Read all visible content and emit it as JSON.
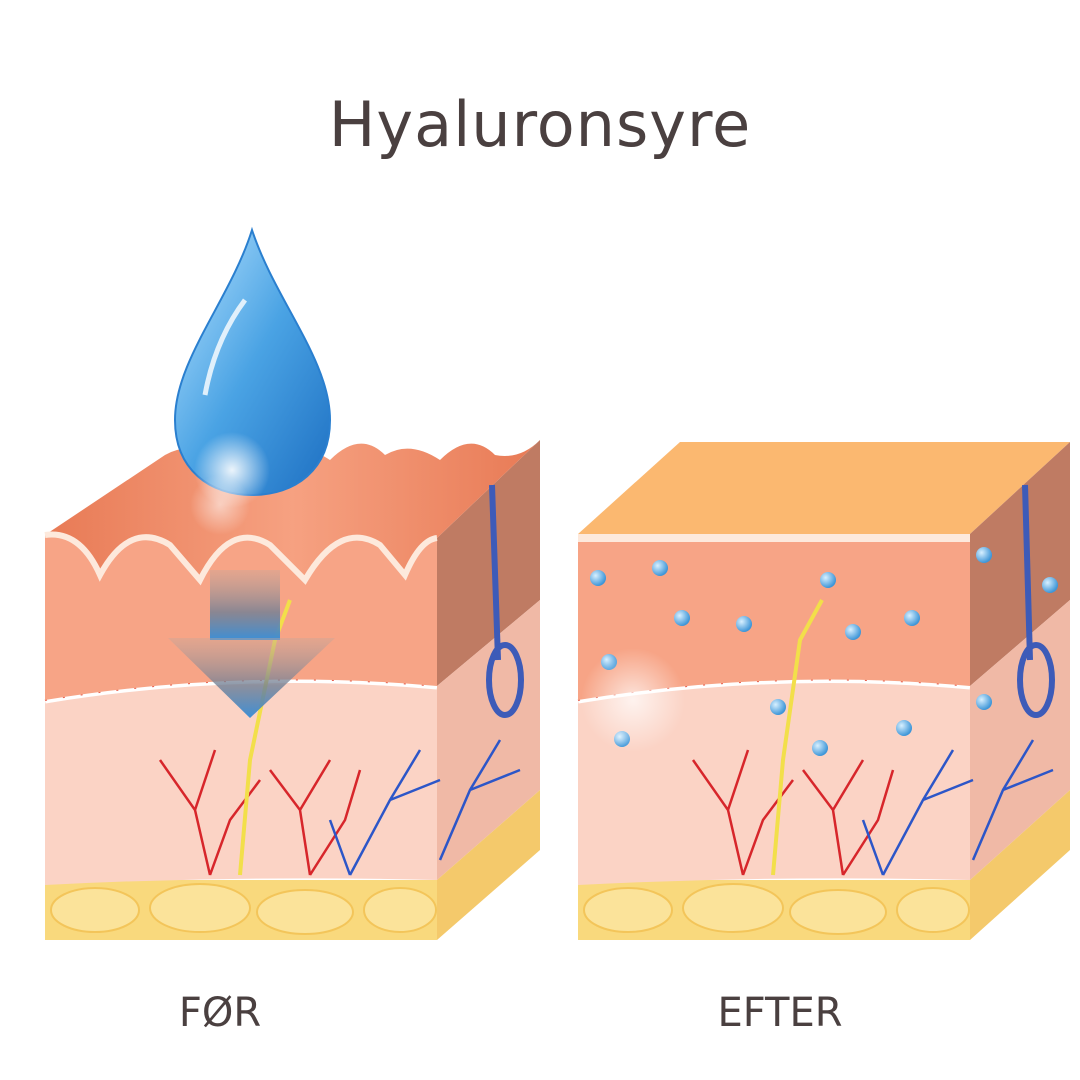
{
  "title": "Hyaluronsyre",
  "labels": {
    "before": "FØR",
    "after": "EFTER"
  },
  "colors": {
    "epidermis": "#f7a486",
    "dermis": "#fbd3c5",
    "fat": "#f9d97d",
    "side_epidermis": "#bf7b63",
    "side_dermis": "#f0b9a6",
    "smooth_top": "#fbb870",
    "wrinkled_top": "#f48a66",
    "droplet": "#4aa3e4",
    "artery": "#d7262b",
    "vein": "#2c56c8",
    "nerve": "#f2df4a"
  }
}
